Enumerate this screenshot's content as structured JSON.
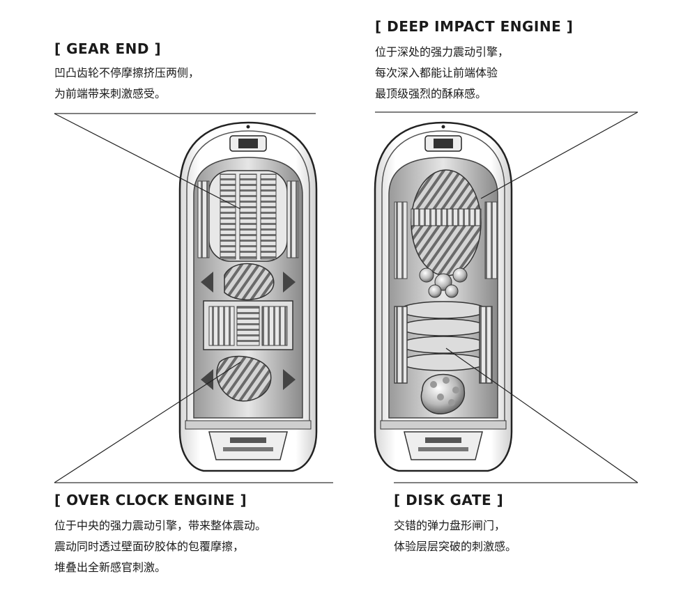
{
  "callouts": {
    "gear_end": {
      "title": "[ GEAR END ]",
      "lines": [
        "凹凸齿轮不停摩擦挤压两侧，",
        "为前端带来刺激感受。"
      ]
    },
    "deep_impact_engine": {
      "title": "[ DEEP IMPACT ENGINE ]",
      "lines": [
        "位于深处的强力震动引擎，",
        "每次深入都能让前端体验",
        "最顶级强烈的酥麻感。"
      ]
    },
    "over_clock_engine": {
      "title": "[ OVER CLOCK ENGINE ]",
      "lines": [
        "位于中央的强力震动引擎，带来整体震动。",
        "震动同时透过壁面矽胶体的包覆摩擦，",
        "堆叠出全新感官刺激。"
      ]
    },
    "disk_gate": {
      "title": "[ DISK GATE ]",
      "lines": [
        "交错的弹力盘形闸门，",
        "体验层层突破的刺激感。"
      ]
    }
  }
}
